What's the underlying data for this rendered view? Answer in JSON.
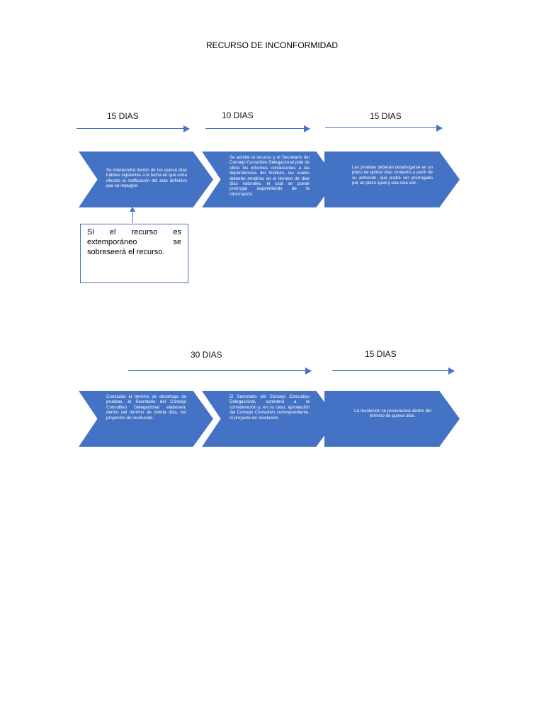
{
  "title": "RECURSO DE INCONFORMIDAD",
  "colors": {
    "shape_fill": "#4472C4",
    "shape_text": "#FFFFFF"
  },
  "row1": {
    "durations": [
      "15 DIAS",
      "10 DIAS",
      "15 DIAS"
    ],
    "steps": [
      "Se interpondrá dentro de los quince días hábiles siguientes a la fecha en que surta efectos la notificación del acto definitivo que se impugne",
      "Se admite el recurso y el Secretario del Consejo Consultivo Delegacional pide de oficio los informes conducentes a las dependencias del Instituto, las cuales deberán rendirlos en el término de diez días naturales, el cual se puede prorrogar dependiendo de la información.",
      "Las pruebas deberán desahogarse en un plazo de quince días contados a partir de su admisión, que podrá ser prorrogado por un plazo igual y una sola vez."
    ],
    "note": "Si el recurso es extemporáneo se sobreseerá el recurso."
  },
  "row2": {
    "durations": [
      "30 DIAS",
      "15 DIAS"
    ],
    "steps": [
      "Concluido el término de desahogo de pruebas, el Secretario del Consejo Consultivo Delegacional elaborará, dentro del término de treinta días, los proyectos de resolución.",
      "El Secretario del Consejo Consultivo Delegacional, someterá a la consideración y, en su caso, aprobación del Consejo Consultivo correspondiente, el proyecto de resolución.",
      "La resolucion se pronunciará dentro del término de quince días."
    ]
  }
}
